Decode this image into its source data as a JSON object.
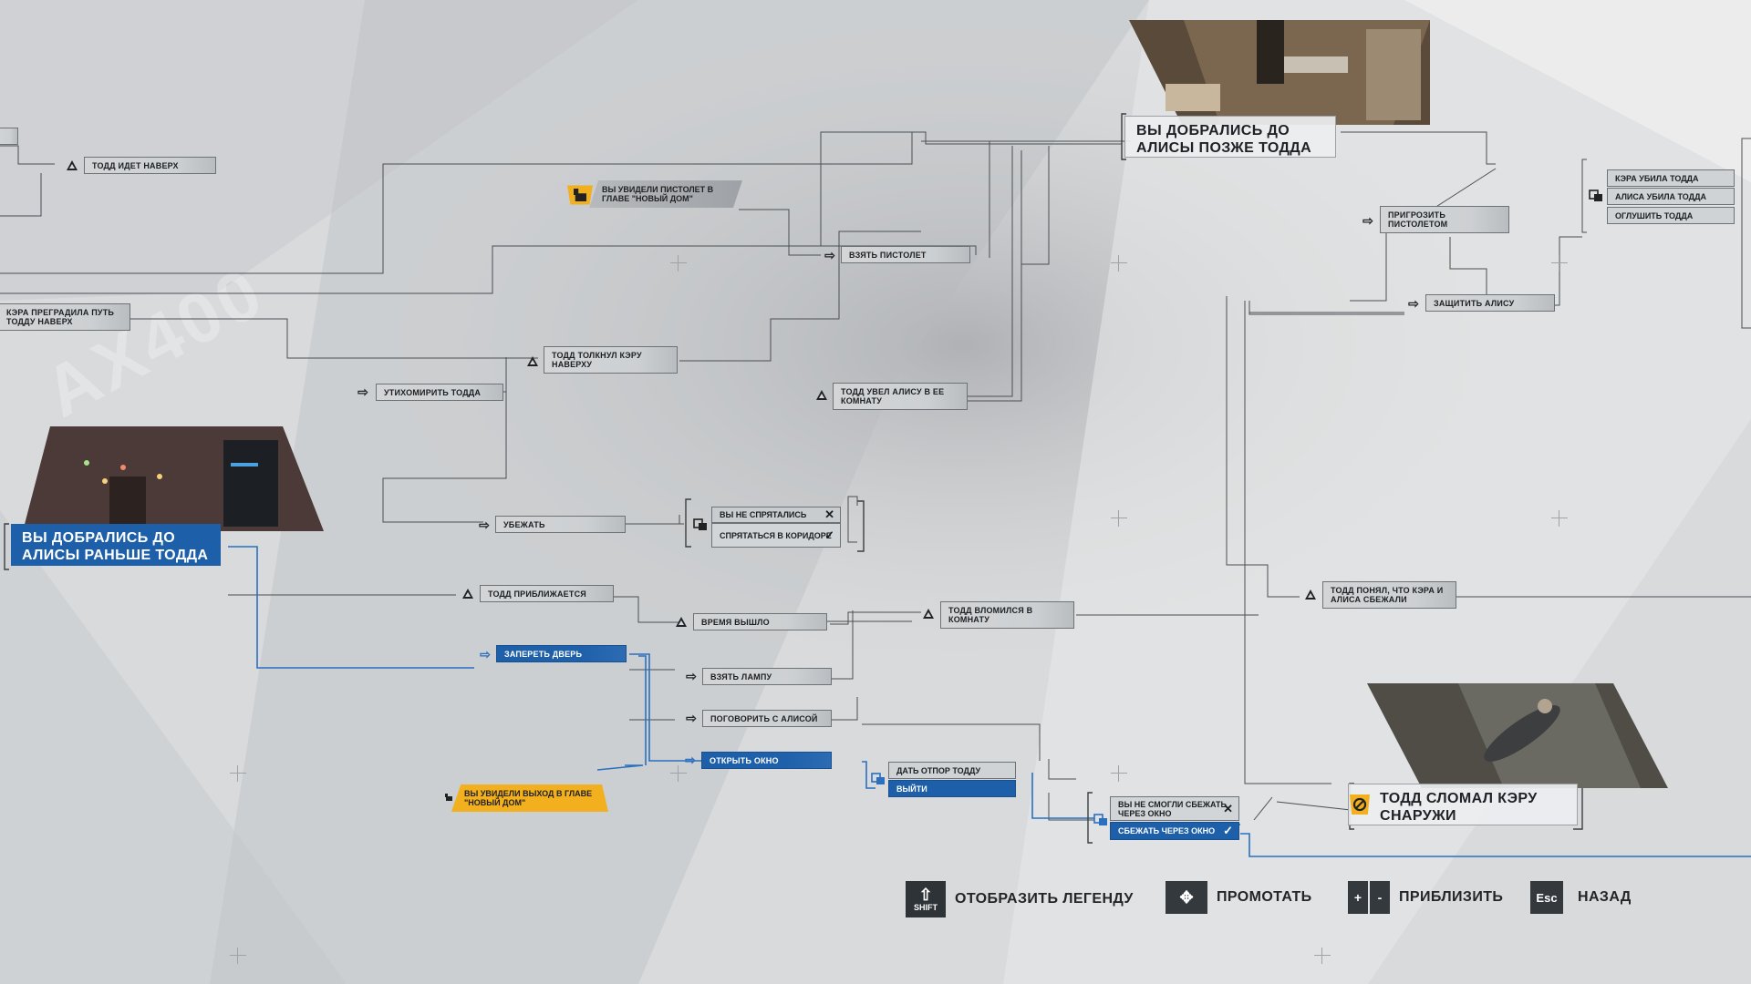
{
  "background": {
    "watermark": "AX400"
  },
  "chapter_titles": {
    "alice_before_todd": "ВЫ ДОБРАЛИСЬ ДО АЛИСЫ РАНЬШЕ ТОДДА",
    "alice_after_todd": "ВЫ ДОБРАЛИСЬ ДО АЛИСЫ ПОЗЖЕ ТОДДА",
    "todd_broke_kara": "ТОДД СЛОМАЛ КЭРУ СНАРУЖИ"
  },
  "nodes": {
    "todd_goes_up": "ТОДД ИДЕТ НАВЕРХ",
    "kara_blocked": "КЭРА ПРЕГРАДИЛА ПУТЬ ТОДДУ НАВЕРХ",
    "todd_pushed": "ТОДД ТОЛКНУЛ КЭРУ НАВЕРХУ",
    "calm_todd": "УТИХОМИРИТЬ ТОДДА",
    "take_gun": "ВЗЯТЬ ПИСТОЛЕТ",
    "todd_took_alice": "ТОДД УВЕЛ АЛИСУ В ЕЕ КОМНАТУ",
    "run_away": "УБЕЖАТЬ",
    "todd_approaches": "ТОДД ПРИБЛИЖАЕТСЯ",
    "time_out": "ВРЕМЯ ВЫШЛО",
    "todd_broke_in": "ТОДД ВЛОМИЛСЯ В КОМНАТУ",
    "lock_door": "ЗАПЕРЕТЬ ДВЕРЬ",
    "take_lamp": "ВЗЯТЬ ЛАМПУ",
    "talk_alice": "ПОГОВОРИТЬ С АЛИСОЙ",
    "open_window": "ОТКРЫТЬ ОКНО",
    "threaten_gun": "ПРИГРОЗИТЬ ПИСТОЛЕТОМ",
    "protect_alice": "ЗАЩИТИТЬ АЛИСУ",
    "todd_realized": "ТОДД ПОНЯЛ, ЧТО КЭРА И АЛИСА СБЕЖАЛИ"
  },
  "hide_choice": {
    "options": [
      "ВЫ НЕ СПРЯТАЛИСЬ",
      "СПРЯТАТЬСЯ В КОРИДОРЕ"
    ],
    "marks": [
      "✕",
      "✓"
    ]
  },
  "fight_choice": {
    "options": [
      "ДАТЬ ОТПОР ТОДДУ",
      "ВЫЙТИ"
    ]
  },
  "window_choice": {
    "options": [
      "ВЫ НЕ СМОГЛИ СБЕЖАТЬ ЧЕРЕЗ ОКНО",
      "СБЕЖАТЬ ЧЕРЕЗ ОКНО"
    ],
    "marks": [
      "✕",
      "✓"
    ]
  },
  "outcome_choice": {
    "options": [
      "КЭРА УБИЛА ТОДДА",
      "АЛИСА УБИЛА ТОДДА",
      "ОГЛУШИТЬ ТОДДА"
    ]
  },
  "unlocks": {
    "gun_seen": "ВЫ УВИДЕЛИ ПИСТОЛЕТ В ГЛАВЕ \"НОВЫЙ ДОМ\"",
    "exit_seen": "ВЫ УВИДЕЛИ ВЫХОД В ГЛАВЕ \"НОВЫЙ ДОМ\""
  },
  "hints": {
    "legend_key": "SHIFT",
    "legend_label": "ОТОБРАЗИТЬ ЛЕГЕНДУ",
    "scroll_label": "ПРОМОТАТЬ",
    "zoom_plus": "+",
    "zoom_minus": "-",
    "zoom_label": "ПРИБЛИЗИТЬ",
    "back_key": "Esc",
    "back_label": "НАЗАД"
  },
  "colors": {
    "blue_path": "#1e5fa9",
    "unlock_yellow": "#f2b01e",
    "node_grey": "#cfd2d4"
  }
}
